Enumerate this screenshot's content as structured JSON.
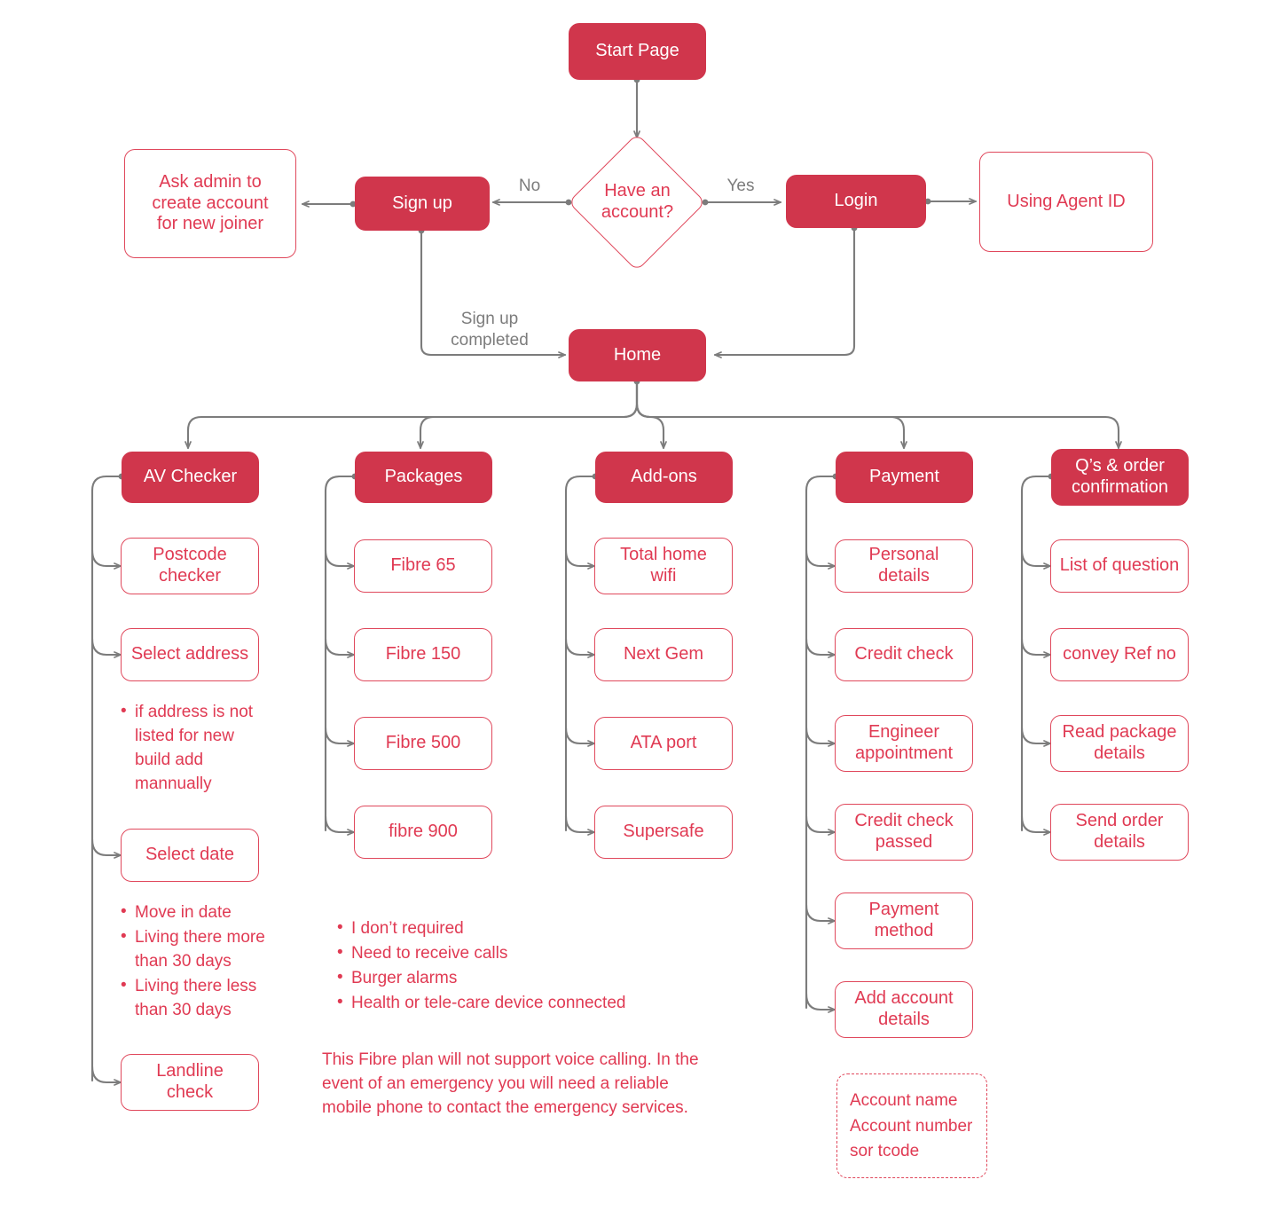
{
  "diagram": {
    "title": "Broadband sign-up user journey flowchart",
    "colors": {
      "accent_fill": "#d0364c",
      "accent_border": "#e0485c",
      "accent_text": "#e03a53",
      "edge": "#7c7c7c",
      "background": "#ffffff"
    },
    "top_flow": {
      "start": "Start Page",
      "decision": "Have an\naccount?",
      "no_label": "No",
      "yes_label": "Yes",
      "sign_up": "Sign up",
      "ask_admin": "Ask admin to\ncreate account\nfor new joiner",
      "login": "Login",
      "using_agent_id": "Using Agent ID",
      "home": "Home",
      "sign_up_completed_label": "Sign up\ncompleted"
    },
    "columns": [
      {
        "header": "AV Checker",
        "items": [
          "Postcode\nchecker",
          "Select address",
          "Select date",
          "Landline\ncheck"
        ],
        "bullets_a": [
          "if address is not listed for new build add mannually"
        ],
        "bullets_b": [
          "Move in date",
          "Living there more than 30 days",
          "Living there less than 30 days"
        ]
      },
      {
        "header": "Packages",
        "items": [
          "Fibre 65",
          "Fibre 150",
          "Fibre 500",
          "fibre 900"
        ],
        "bullets": [
          "I don’t required",
          "Need to receive calls",
          "Burger alarms",
          "Health or tele-care device connected"
        ],
        "note": "This Fibre plan will not support voice calling. In the event of an emergency you will need a reliable mobile phone to contact the emergency services."
      },
      {
        "header": "Add-ons",
        "items": [
          "Total home\nwifi",
          "Next Gem",
          "ATA port",
          "Supersafe"
        ]
      },
      {
        "header": "Payment",
        "items": [
          "Personal details",
          "Credit check",
          "Engineer\nappointment",
          "Credit check\npassed",
          "Payment\nmethod",
          "Add account\ndetails"
        ],
        "dashed_note": "Account name\nAccount number\nsor tcode"
      },
      {
        "header": "Q’s & order\nconfirmation",
        "items": [
          "List of question",
          "convey Ref no",
          "Read package\ndetails",
          "Send order\ndetails"
        ]
      }
    ]
  }
}
